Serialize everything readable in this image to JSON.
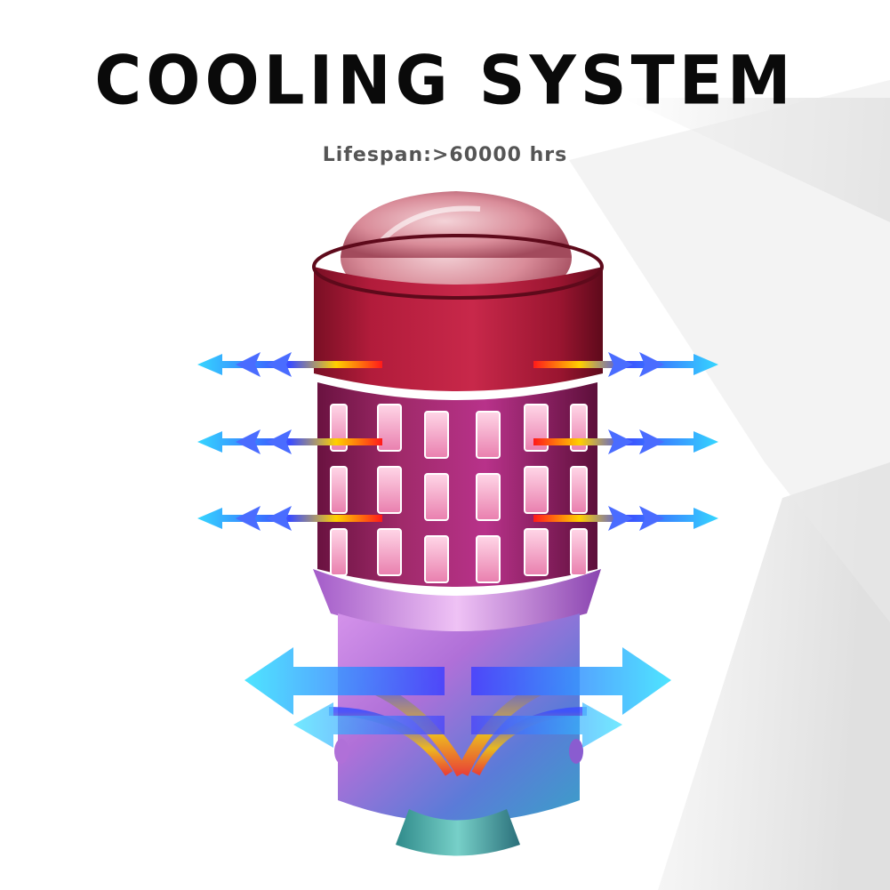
{
  "headline": "COOLING SYSTEM",
  "subline": "Lifespan:>60000 hrs",
  "colors": {
    "background": "#ffffff",
    "shadow": "#e6e6e6",
    "head": "#b01c3a",
    "chip": "#f3a7c8",
    "base": "#c98ae8",
    "arrow_cool": "#3a6cff",
    "arrow_warm": "#ffc400"
  },
  "icons": [
    "cooling-arrow-icon",
    "heat-flow-icon",
    "led-bulb-illustration"
  ]
}
